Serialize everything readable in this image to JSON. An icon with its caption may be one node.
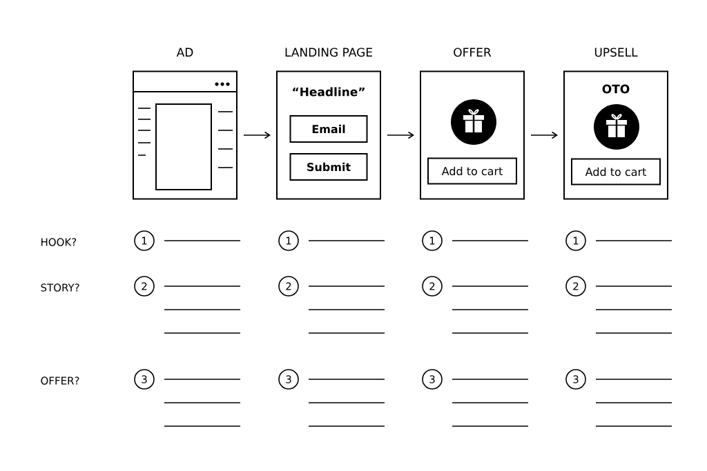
{
  "diagram": {
    "nodes": [
      {
        "text": [
          "AD"
        ]
      },
      {
        "text": [
          "LANDING PAGE",
          "“Headline”"
        ]
      },
      {
        "text": [
          "Email"
        ],
        "in": 1
      },
      {
        "text": [
          "Submit"
        ],
        "in": 1
      },
      {
        "text": [
          "OFFER"
        ]
      },
      {
        "text": [],
        "shape": "circle",
        "in": 4
      },
      {
        "text": [
          "Add to cart"
        ],
        "in": 4
      },
      {
        "text": [
          "UPSELL",
          "OTO"
        ]
      },
      {
        "text": [],
        "shape": "circle",
        "in": 7
      },
      {
        "text": [
          "Add to cart"
        ],
        "in": 7
      },
      {
        "text": [
          "1"
        ]
      },
      {
        "text": [
          "1"
        ]
      },
      {
        "text": [
          "1"
        ]
      },
      {
        "text": [
          "1"
        ]
      },
      {
        "text": [
          "2"
        ]
      },
      {
        "text": [
          "2"
        ]
      },
      {
        "text": [
          "2"
        ]
      },
      {
        "text": [
          "2"
        ]
      },
      {
        "text": [
          "3"
        ]
      },
      {
        "text": [
          "3"
        ]
      },
      {
        "text": [
          "3"
        ]
      },
      {
        "text": [
          "3"
        ]
      }
    ],
    "edges": [
      {
        "from": 0,
        "to": 1,
        "arrow": "to"
      },
      {
        "from": 1,
        "to": 4,
        "arrow": "to"
      },
      {
        "from": 4,
        "to": 7,
        "arrow": "to"
      }
    ],
    "labels": [
      "HOOK?",
      "STORY?",
      "OFFER?"
    ]
  }
}
